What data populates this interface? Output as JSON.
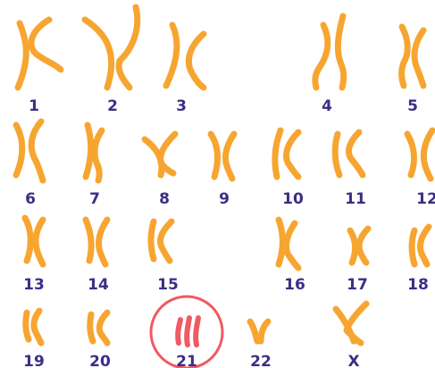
{
  "colors": {
    "chromosome": "#F7A531",
    "highlight_chromosome": "#EF5B63",
    "highlight_ring": "#EF5B63",
    "label": "#3B2E86",
    "background": "#FFFFFF"
  },
  "chromosomes": [
    {
      "label": "1"
    },
    {
      "label": "2"
    },
    {
      "label": "3"
    },
    {
      "label": "4"
    },
    {
      "label": "5"
    },
    {
      "label": "6"
    },
    {
      "label": "7"
    },
    {
      "label": "8"
    },
    {
      "label": "9"
    },
    {
      "label": "10"
    },
    {
      "label": "11"
    },
    {
      "label": "12"
    },
    {
      "label": "13"
    },
    {
      "label": "14"
    },
    {
      "label": "15"
    },
    {
      "label": "16"
    },
    {
      "label": "17"
    },
    {
      "label": "18"
    },
    {
      "label": "19"
    },
    {
      "label": "20"
    },
    {
      "label": "21",
      "highlighted": true,
      "copies": 3
    },
    {
      "label": "22"
    },
    {
      "label": "X"
    }
  ]
}
